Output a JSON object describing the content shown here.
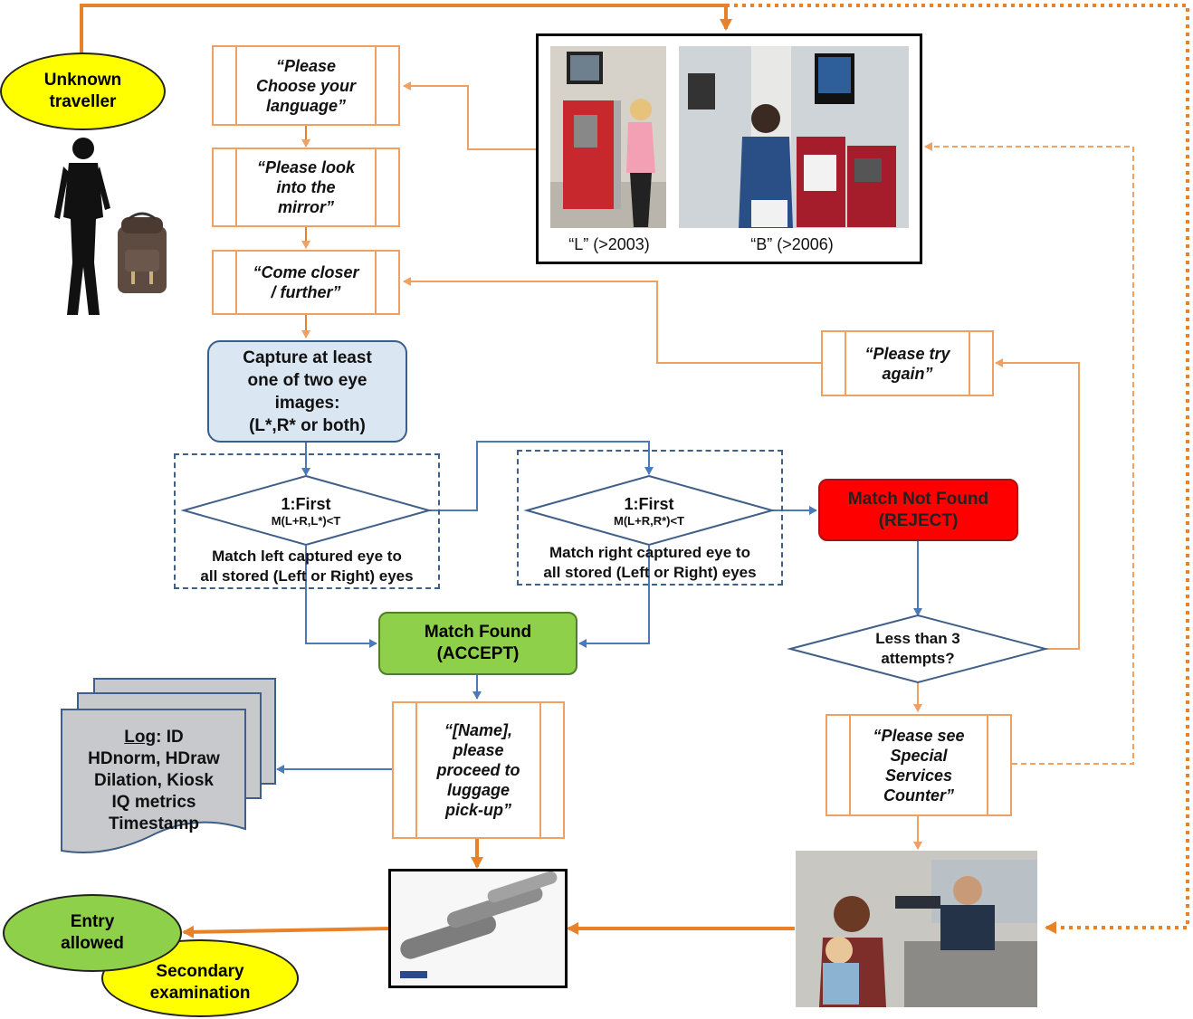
{
  "travellers": {
    "unknown_line1": "Unknown",
    "unknown_line2": "traveller"
  },
  "steps": {
    "choose_language": [
      "“Please",
      "Choose your",
      "language”"
    ],
    "look_mirror": [
      "“Please look",
      "into the",
      "mirror”"
    ],
    "come_closer": [
      "“Come closer",
      "/ further”"
    ],
    "capture": [
      "Capture at least",
      "one of two eye",
      "images:",
      "(L*,R* or both)"
    ],
    "try_again": [
      "“Please try",
      "again”"
    ],
    "proceed": [
      "“[Name],",
      "please",
      "proceed to",
      "luggage",
      "pick-up”"
    ],
    "special_services": [
      "“Please see",
      "Special",
      "Services",
      "Counter”"
    ]
  },
  "match_left": {
    "title": "1:First",
    "formula": "M(L+R,L*)<T",
    "desc1": "Match left captured eye to",
    "desc2": "all stored (Left or Right) eyes"
  },
  "match_right": {
    "title": "1:First",
    "formula": "M(L+R,R*)<T",
    "desc1": "Match right captured eye to",
    "desc2": "all stored (Left or Right) eyes"
  },
  "match_found": [
    "Match Found",
    "(ACCEPT)"
  ],
  "match_not_found": [
    "Match Not Found",
    "(REJECT)"
  ],
  "attempts": [
    "Less than 3",
    "attempts?"
  ],
  "kiosks": {
    "caption_l": "“L” (>2003)",
    "caption_b": "“B” (>2006)"
  },
  "log": {
    "title": "Log",
    "title_suffix": ": ID",
    "lines": [
      "HDnorm, HDraw",
      "Dilation, Kiosk",
      "IQ metrics",
      "Timestamp"
    ]
  },
  "outcomes": {
    "entry": [
      "Entry",
      "allowed"
    ],
    "secondary": [
      "Secondary",
      "examination"
    ]
  },
  "colors": {
    "orange": "#f0a060",
    "dark_orange": "#e8822a",
    "blue": "#4a7ab8",
    "accept_green": "#8ed04a",
    "reject_red": "#ff0000",
    "ellipse_yellow": "#ffff00"
  }
}
